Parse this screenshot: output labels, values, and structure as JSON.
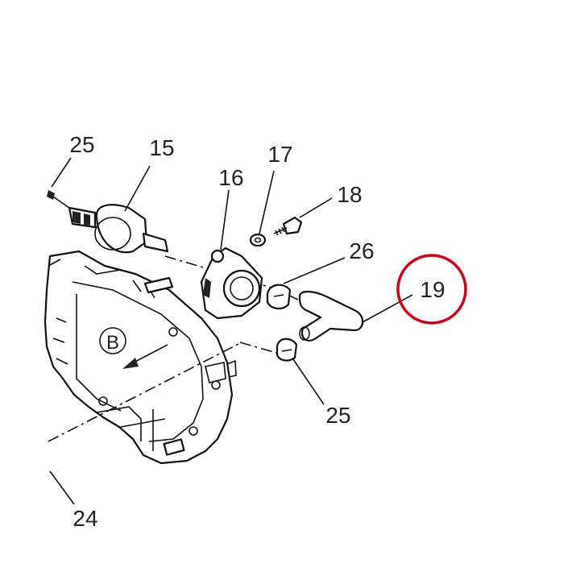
{
  "callouts": {
    "c15": "15",
    "c16": "16",
    "c17": "17",
    "c18": "18",
    "c19": "19",
    "c24": "24",
    "c25_top": "25",
    "c25_bottom": "25",
    "c26": "26"
  },
  "detail_marker": "B",
  "highlight": {
    "target": "19",
    "color": "#d0021b"
  }
}
